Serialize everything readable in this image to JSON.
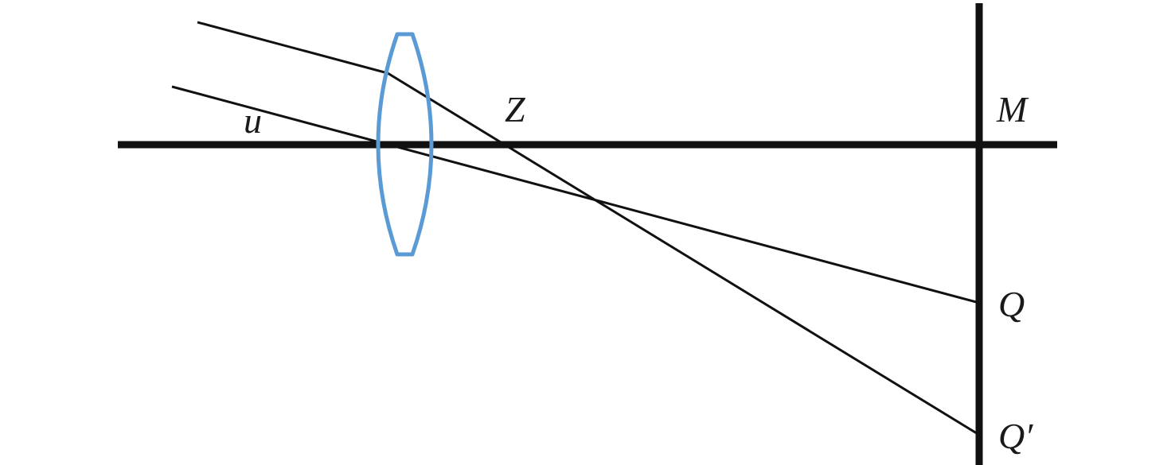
{
  "labels": {
    "angle": "u",
    "focal_point": "Z",
    "screen_axis_point": "M",
    "image_point": "Q",
    "image_point_prime": "Q′"
  },
  "colors": {
    "background": "#ffffff",
    "lines": "#111111",
    "lens": "#5b9bd5",
    "text": "#1a1a1a"
  }
}
